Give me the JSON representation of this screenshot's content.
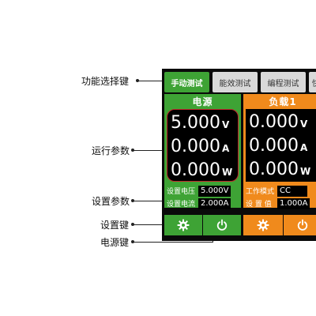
{
  "annotations": {
    "function_select_key": "功能选择键",
    "run_params": "运行参数",
    "set_params": "设置参数",
    "set_key": "设置键",
    "power_key": "电源键"
  },
  "tabs": [
    {
      "label": "手动测试",
      "active": true
    },
    {
      "label": "能效测试",
      "active": false
    },
    {
      "label": "编程测试",
      "active": false
    },
    {
      "label": "快",
      "active": false
    }
  ],
  "channels": {
    "power": {
      "title": "电源",
      "voltage": "5.000",
      "voltage_unit": "V",
      "current": "0.000",
      "current_unit": "A",
      "power": "0.000",
      "power_unit": "W",
      "setting1_label": "设置电压",
      "setting1_value": "5.000V",
      "setting2_label": "设置电流",
      "setting2_value": "2.000A"
    },
    "load": {
      "title": "负载1",
      "voltage": "0.000",
      "voltage_unit": "V",
      "current": "0.000",
      "current_unit": "A",
      "power": "0.000",
      "power_unit": "W",
      "setting1_label": "工作模式",
      "setting1_value": "CC",
      "setting2_label": "设 置 值",
      "setting2_value": "1.000A"
    }
  },
  "icons": {
    "settings": "gear-icon",
    "power": "power-icon"
  },
  "colors": {
    "power_channel": "#3ea335",
    "load_channel": "#f08a1c",
    "active_tab": "#3ea335",
    "highlight_ring": "#c0272d"
  }
}
